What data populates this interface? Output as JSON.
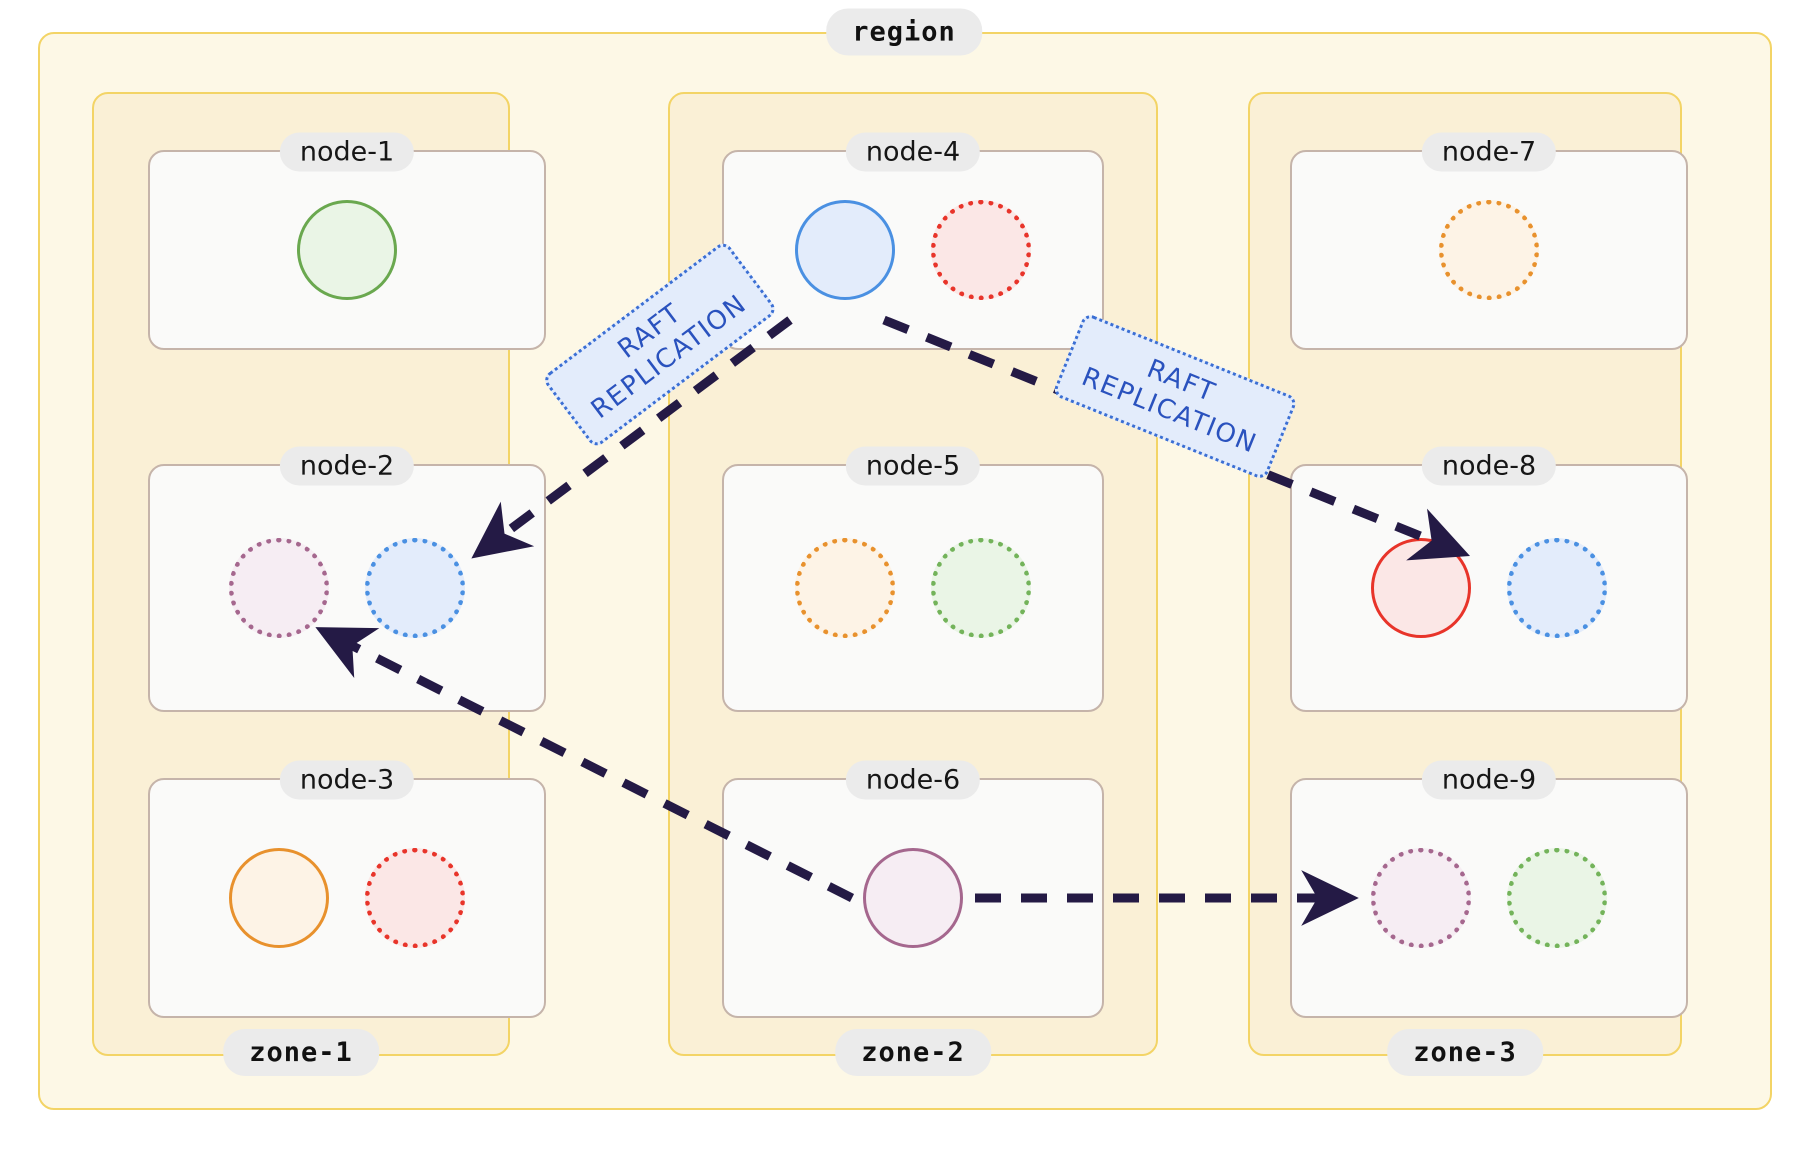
{
  "region": {
    "label": "region"
  },
  "zones": [
    {
      "label": "zone-1"
    },
    {
      "label": "zone-2"
    },
    {
      "label": "zone-3"
    }
  ],
  "nodes": [
    {
      "label": "node-1",
      "replicas": [
        {
          "state": "leader",
          "style": "solid",
          "color": "#6aa84f",
          "fill": "#eaf5e6"
        }
      ]
    },
    {
      "label": "node-2",
      "replicas": [
        {
          "state": "follower",
          "style": "dotted",
          "color": "#a5678e",
          "fill": "#f6edf3"
        },
        {
          "state": "follower",
          "style": "dotted",
          "color": "#4a90e2",
          "fill": "#e3ecfb"
        }
      ]
    },
    {
      "label": "node-3",
      "replicas": [
        {
          "state": "leader",
          "style": "solid",
          "color": "#e8912d",
          "fill": "#fdf3e6"
        },
        {
          "state": "follower",
          "style": "dotted",
          "color": "#e8342a",
          "fill": "#fbe7e6"
        }
      ]
    },
    {
      "label": "node-4",
      "replicas": [
        {
          "state": "leader",
          "style": "solid",
          "color": "#4a90e2",
          "fill": "#e3ecfb"
        },
        {
          "state": "follower",
          "style": "dotted",
          "color": "#e8342a",
          "fill": "#fbe7e6"
        }
      ]
    },
    {
      "label": "node-5",
      "replicas": [
        {
          "state": "follower",
          "style": "dotted",
          "color": "#e8912d",
          "fill": "#fdf3e6"
        },
        {
          "state": "follower",
          "style": "dotted",
          "color": "#73b35a",
          "fill": "#eaf5e6"
        }
      ]
    },
    {
      "label": "node-6",
      "replicas": [
        {
          "state": "leader",
          "style": "solid",
          "color": "#a5678e",
          "fill": "#f6edf3"
        }
      ]
    },
    {
      "label": "node-7",
      "replicas": [
        {
          "state": "follower",
          "style": "dotted",
          "color": "#e8912d",
          "fill": "#fdf3e6"
        }
      ]
    },
    {
      "label": "node-8",
      "replicas": [
        {
          "state": "leader",
          "style": "solid",
          "color": "#e8342a",
          "fill": "#fbe7e6"
        },
        {
          "state": "follower",
          "style": "dotted",
          "color": "#4a90e2",
          "fill": "#e3ecfb"
        }
      ]
    },
    {
      "label": "node-9",
      "replicas": [
        {
          "state": "follower",
          "style": "dotted",
          "color": "#a5678e",
          "fill": "#f6edf3"
        },
        {
          "state": "follower",
          "style": "dotted",
          "color": "#73b35a",
          "fill": "#eaf5e6"
        }
      ]
    }
  ],
  "edges": [
    {
      "label": "RAFT\nREPLICATION",
      "from": "node-4",
      "to": "node-2",
      "line1": "RAFT",
      "line2": "REPLICATION"
    },
    {
      "label": "RAFT\nREPLICATION",
      "from": "node-4",
      "to": "node-8",
      "line1": "RAFT",
      "line2": "REPLICATION"
    },
    {
      "label": "",
      "from": "node-6",
      "to": "node-2",
      "line1": "",
      "line2": ""
    },
    {
      "label": "",
      "from": "node-6",
      "to": "node-9",
      "line1": "",
      "line2": ""
    }
  ],
  "colors": {
    "region_fill": "#fdf8e6",
    "region_border": "#f3d466",
    "zone_fill": "#faf0d6",
    "zone_border": "#f3d466",
    "node_fill": "#fafaf9",
    "node_border": "#c5b4aa",
    "label_pill": "#ebebeb",
    "arrow": "#241a45",
    "raft_text": "#2a52be",
    "raft_fill": "#e3ecfb"
  }
}
